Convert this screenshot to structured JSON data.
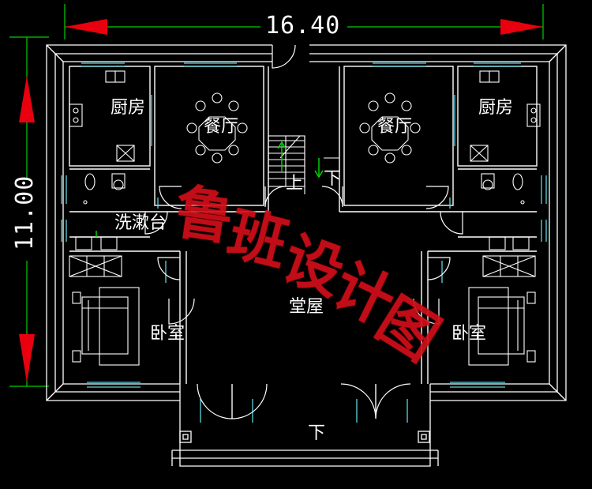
{
  "dimensions": {
    "width": "16.40",
    "height": "11.00"
  },
  "rooms": {
    "kitchen_left": "厨房",
    "dining_left": "餐厅",
    "dining_right": "餐厅",
    "kitchen_right": "厨房",
    "stair_up": "上",
    "stair_down": "下",
    "washbasin": "洗漱台",
    "main_hall": "堂屋",
    "bedroom_left": "卧室",
    "bedroom_right": "卧室",
    "entry_down": "下"
  },
  "watermark": {
    "chars": [
      "鲁",
      "班",
      "设",
      "计",
      "图"
    ]
  },
  "colors": {
    "background": "#000000",
    "wall": "#ffffff",
    "window": "#5fd3e0",
    "dimension": "#00d000",
    "arrow": "#e8000e",
    "watermark": "#d10f1a",
    "stair_marker": "#00e000"
  }
}
